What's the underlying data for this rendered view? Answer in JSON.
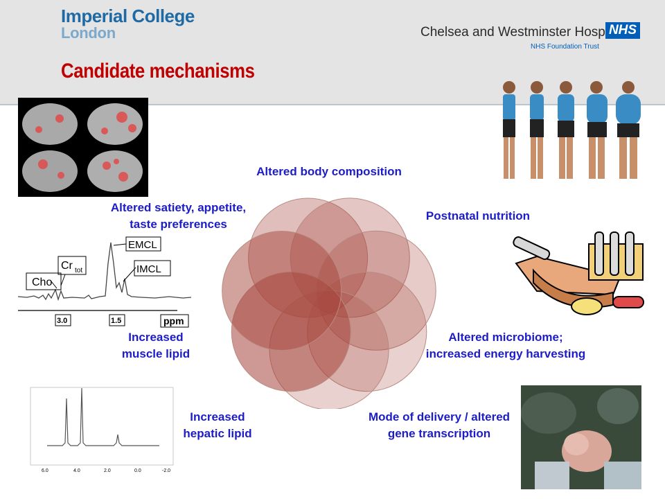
{
  "header": {
    "logo_line1": "Imperial College",
    "logo_line2": "London",
    "hospital": "Chelsea and Westminster Hospital",
    "nhs": "NHS",
    "trust": "NHS Foundation Trust"
  },
  "slide": {
    "title": "Candidate mechanisms"
  },
  "mechanisms": {
    "body_composition": "Altered body composition",
    "postnatal": "Postnatal nutrition",
    "microbiome_1": "Altered microbiome;",
    "microbiome_2": "increased energy harvesting",
    "delivery_1": "Mode of delivery / altered",
    "delivery_2": "gene transcription",
    "hepatic_1": "Increased",
    "hepatic_2": "hepatic lipid",
    "muscle_1": "Increased",
    "muscle_2": "muscle lipid",
    "satiety_1": "Altered satiety, appetite,",
    "satiety_2": "taste preferences"
  },
  "spectrum_muscle": {
    "peaks": [
      "Cho",
      "Cr",
      "tot",
      "EMCL",
      "IMCL"
    ],
    "ticks": [
      "3.0",
      "1.5"
    ],
    "unit": "ppm"
  },
  "spectrum_liver": {
    "ticks": [
      "6.0",
      "4.0",
      "2.0",
      "0.0",
      "-2.0"
    ]
  },
  "colors": {
    "title": "#c00000",
    "label": "#1c1cc8",
    "circle_fill": "#a5463c",
    "nhs_blue": "#005eb8"
  }
}
